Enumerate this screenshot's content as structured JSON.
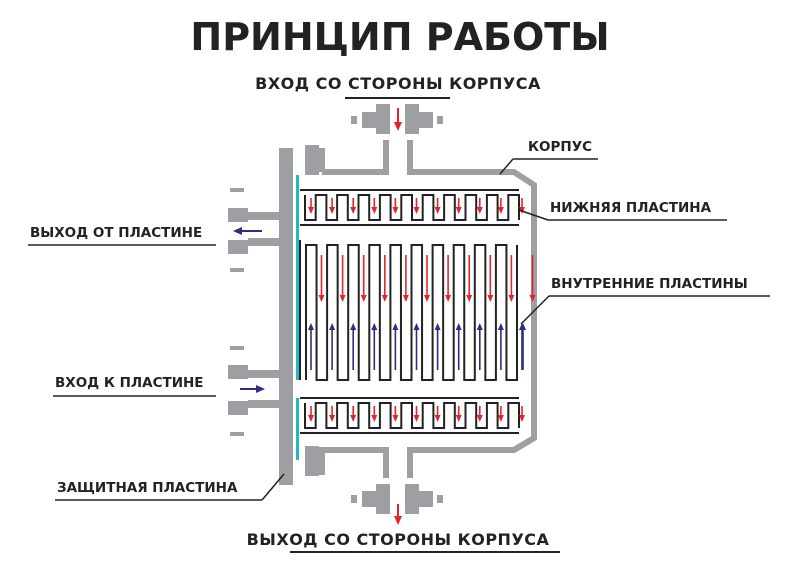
{
  "title": "ПРИНЦИП РАБОТЫ",
  "labels": {
    "shell_inlet": "ВХОД СО СТОРОНЫ КОРПУСА",
    "shell_outlet": "ВЫХОД СО СТОРОНЫ КОРПУСА",
    "housing": "КОРПУС",
    "bottom_plate": "НИЖНЯЯ ПЛАСТИНА",
    "plate_outlet": "ВЫХОД ОТ ПЛАСТИНЕ",
    "inner_plates": "ВНУТРЕННИЕ ПЛАСТИНЫ",
    "plate_inlet": "ВХОД К ПЛАСТИНЕ",
    "protective_plate": "ЗАЩИТНАЯ ПЛАСТИНА"
  },
  "colors": {
    "hot_flow": "#e0262b",
    "cold_flow": "#2b2f7d",
    "steel": "#9d9fa2",
    "seal": "#27b4c4",
    "ink": "#222222"
  }
}
